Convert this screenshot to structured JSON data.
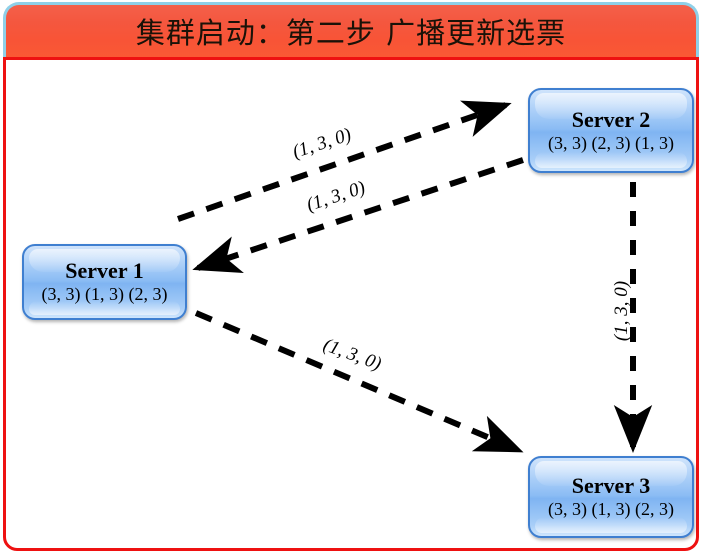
{
  "header": {
    "title": "集群启动：第二步 广播更新选票",
    "bar_color": "#f8563a",
    "frame_color": "#ee1111",
    "outline_color": "#8fd0e8"
  },
  "diagram": {
    "type": "node-link",
    "node_fill": "#8bbcf4",
    "node_border": "#3f7fd0",
    "edge_color": "#000000",
    "edge_style": "dashed",
    "nodes": [
      {
        "id": "server1",
        "title": "Server 1",
        "votes": "(3, 3) (1, 3) (2, 3)"
      },
      {
        "id": "server2",
        "title": "Server 2",
        "votes": "(3, 3) (2, 3) (1, 3)"
      },
      {
        "id": "server3",
        "title": "Server 3",
        "votes": "(3, 3) (1, 3) (2, 3)"
      }
    ],
    "edges": [
      {
        "id": "s1-to-s2",
        "from": "Server 1",
        "to": "Server 2",
        "label": "(1, 3, 0)"
      },
      {
        "id": "s2-to-s1",
        "from": "Server 2",
        "to": "Server 1",
        "label": "(1, 3, 0)"
      },
      {
        "id": "s1-to-s3",
        "from": "Server 1",
        "to": "Server 3",
        "label": "(1, 3, 0)"
      },
      {
        "id": "s2-to-s3",
        "from": "Server 2",
        "to": "Server 3",
        "label": "(1, 3, 0)"
      }
    ]
  }
}
